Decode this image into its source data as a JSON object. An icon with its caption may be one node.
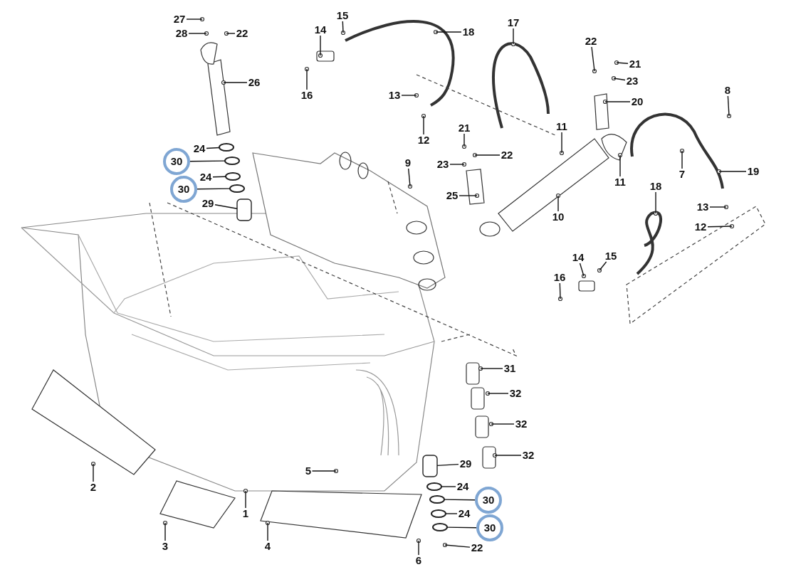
{
  "diagram": {
    "nodes": [
      {
        "text": [
          "27"
        ]
      },
      {
        "text": [
          "15"
        ]
      },
      {
        "text": [
          "17"
        ]
      },
      {
        "text": [
          "18"
        ]
      },
      {
        "text": [
          "14"
        ]
      },
      {
        "text": [
          "28"
        ]
      },
      {
        "text": [
          "22"
        ]
      },
      {
        "text": [
          "22"
        ]
      },
      {
        "text": [
          "21"
        ]
      },
      {
        "text": [
          "23"
        ]
      },
      {
        "text": [
          "26"
        ]
      },
      {
        "text": [
          "8"
        ]
      },
      {
        "text": [
          "16"
        ]
      },
      {
        "text": [
          "13"
        ]
      },
      {
        "text": [
          "20"
        ]
      },
      {
        "text": [
          "11"
        ]
      },
      {
        "text": [
          "21"
        ]
      },
      {
        "text": [
          "12"
        ]
      },
      {
        "text": [
          "24"
        ]
      },
      {
        "text": [
          "22"
        ]
      },
      {
        "text": [
          "30"
        ]
      },
      {
        "text": [
          "9"
        ]
      },
      {
        "text": [
          "23"
        ]
      },
      {
        "text": [
          "19"
        ]
      },
      {
        "text": [
          "7"
        ]
      },
      {
        "text": [
          "24"
        ]
      },
      {
        "text": [
          "11"
        ]
      },
      {
        "text": [
          "18"
        ]
      },
      {
        "text": [
          "30"
        ]
      },
      {
        "text": [
          "25"
        ]
      },
      {
        "text": [
          "29"
        ]
      },
      {
        "text": [
          "13"
        ]
      },
      {
        "text": [
          "10"
        ]
      },
      {
        "text": [
          "12"
        ]
      },
      {
        "text": [
          "15"
        ]
      },
      {
        "text": [
          "14"
        ]
      },
      {
        "text": [
          "16"
        ]
      },
      {
        "text": [
          "31"
        ]
      },
      {
        "text": [
          "32"
        ]
      },
      {
        "text": [
          "32"
        ]
      },
      {
        "text": [
          "32"
        ]
      },
      {
        "text": [
          "29"
        ]
      },
      {
        "text": [
          "5"
        ]
      },
      {
        "text": [
          "2"
        ]
      },
      {
        "text": [
          "24"
        ]
      },
      {
        "text": [
          "30"
        ]
      },
      {
        "text": [
          "1"
        ]
      },
      {
        "text": [
          "24"
        ]
      },
      {
        "text": [
          "30"
        ]
      },
      {
        "text": [
          "22"
        ]
      },
      {
        "text": [
          "3"
        ]
      },
      {
        "text": [
          "4"
        ]
      },
      {
        "text": [
          "6"
        ]
      },
      {
        "text": [],
        "shape": "circle"
      },
      {
        "text": [],
        "shape": "circle"
      },
      {
        "text": [],
        "shape": "circle"
      },
      {
        "text": [],
        "shape": "circle"
      },
      {
        "text": [],
        "shape": "cylinder"
      },
      {
        "text": [],
        "shape": "cylinder"
      },
      {
        "text": [],
        "shape": "circle"
      },
      {
        "text": [],
        "shape": "circle"
      },
      {
        "text": [],
        "shape": "circle"
      },
      {
        "text": [],
        "shape": "circle"
      }
    ],
    "edges": [
      {
        "from": 0,
        "to": null,
        "arrow": "none"
      },
      {
        "from": 1,
        "to": null,
        "arrow": "none"
      },
      {
        "from": 2,
        "to": null,
        "arrow": "none"
      },
      {
        "from": 3,
        "to": null,
        "arrow": "none"
      },
      {
        "from": 4,
        "to": null,
        "arrow": "none"
      },
      {
        "from": 5,
        "to": null,
        "arrow": "none"
      },
      {
        "from": 6,
        "to": null,
        "arrow": "none"
      },
      {
        "from": 7,
        "to": null,
        "arrow": "none"
      },
      {
        "from": 8,
        "to": null,
        "arrow": "none"
      },
      {
        "from": 9,
        "to": null,
        "arrow": "none"
      },
      {
        "from": 10,
        "to": null,
        "arrow": "none"
      },
      {
        "from": 11,
        "to": null,
        "arrow": "none"
      },
      {
        "from": 12,
        "to": null,
        "arrow": "none"
      },
      {
        "from": 13,
        "to": null,
        "arrow": "none"
      },
      {
        "from": 14,
        "to": null,
        "arrow": "none"
      },
      {
        "from": 15,
        "to": null,
        "arrow": "none"
      },
      {
        "from": 16,
        "to": null,
        "arrow": "none"
      },
      {
        "from": 17,
        "to": null,
        "arrow": "none"
      },
      {
        "from": 18,
        "to": 53,
        "arrow": "none"
      },
      {
        "from": 19,
        "to": null,
        "arrow": "none"
      },
      {
        "from": 20,
        "to": 54,
        "arrow": "none"
      },
      {
        "from": 21,
        "to": null,
        "arrow": "none"
      },
      {
        "from": 22,
        "to": null,
        "arrow": "none"
      },
      {
        "from": 23,
        "to": null,
        "arrow": "none"
      },
      {
        "from": 24,
        "to": null,
        "arrow": "none"
      },
      {
        "from": 25,
        "to": 55,
        "arrow": "none"
      },
      {
        "from": 26,
        "to": null,
        "arrow": "none"
      },
      {
        "from": 27,
        "to": null,
        "arrow": "none"
      },
      {
        "from": 28,
        "to": 56,
        "arrow": "none"
      },
      {
        "from": 29,
        "to": null,
        "arrow": "none"
      },
      {
        "from": 30,
        "to": 57,
        "arrow": "none"
      },
      {
        "from": 31,
        "to": null,
        "arrow": "none"
      },
      {
        "from": 32,
        "to": null,
        "arrow": "none"
      },
      {
        "from": 33,
        "to": null,
        "arrow": "none"
      },
      {
        "from": 34,
        "to": null,
        "arrow": "none"
      },
      {
        "from": 35,
        "to": null,
        "arrow": "none"
      },
      {
        "from": 36,
        "to": null,
        "arrow": "none"
      },
      {
        "from": 37,
        "to": null,
        "arrow": "none"
      },
      {
        "from": 38,
        "to": null,
        "arrow": "none"
      },
      {
        "from": 39,
        "to": null,
        "arrow": "none"
      },
      {
        "from": 40,
        "to": null,
        "arrow": "none"
      },
      {
        "from": 41,
        "to": 58,
        "arrow": "none"
      },
      {
        "from": 42,
        "to": null,
        "arrow": "none"
      },
      {
        "from": 43,
        "to": null,
        "arrow": "none"
      },
      {
        "from": 44,
        "to": 59,
        "arrow": "none"
      },
      {
        "from": 45,
        "to": 60,
        "arrow": "none"
      },
      {
        "from": 46,
        "to": null,
        "arrow": "none"
      },
      {
        "from": 47,
        "to": 61,
        "arrow": "none"
      },
      {
        "from": 48,
        "to": 62,
        "arrow": "none"
      },
      {
        "from": 49,
        "to": null,
        "arrow": "none"
      },
      {
        "from": 50,
        "to": null,
        "arrow": "none"
      },
      {
        "from": 51,
        "to": null,
        "arrow": "none"
      },
      {
        "from": 52,
        "to": null,
        "arrow": "none"
      }
    ]
  }
}
